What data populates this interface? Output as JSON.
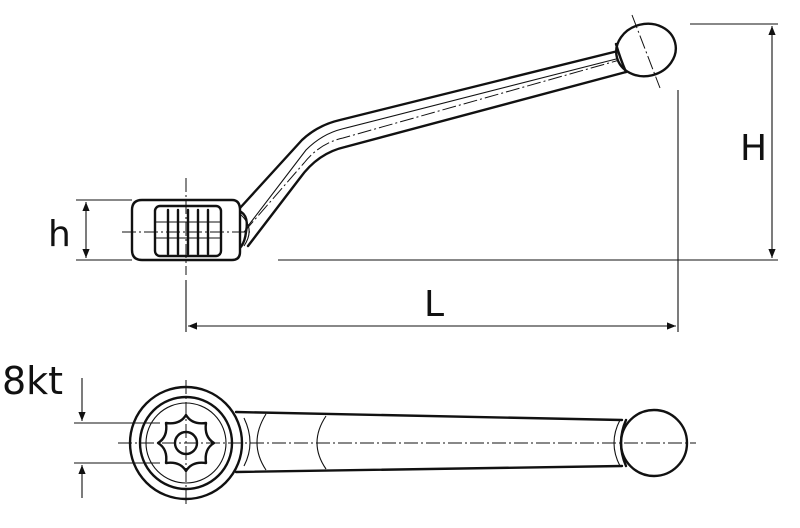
{
  "labels": {
    "height_small": "h",
    "height_total": "H",
    "length": "L",
    "hub_type": "8kt"
  }
}
